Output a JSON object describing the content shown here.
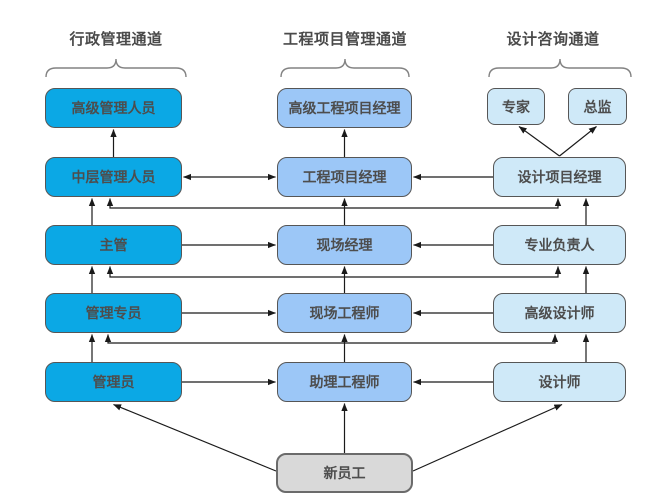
{
  "headers": {
    "admin": "行政管理通道",
    "project": "工程项目管理通道",
    "design": "设计咨询通道"
  },
  "boxes": {
    "senior_admin": "高级管理人员",
    "middle_admin": "中层管理人员",
    "supervisor": "主管",
    "admin_specialist": "管理专员",
    "administrator": "管理员",
    "senior_project_manager": "高级工程项目经理",
    "project_manager": "工程项目经理",
    "site_manager": "现场经理",
    "site_engineer": "现场工程师",
    "assistant_engineer": "助理工程师",
    "expert": "专家",
    "chief_supervisor": "总监",
    "design_project_manager": "设计项目经理",
    "discipline_lead": "专业负责人",
    "senior_designer": "高级设计师",
    "designer": "设计师",
    "new_employee": "新员工"
  },
  "colors": {
    "admin_fill": "#0BA8E5",
    "project_fill": "#9CC7F7",
    "design_fill": "#CFE9F8",
    "neutral_fill": "#D9D9D9",
    "border": "#565656",
    "text": "#4d4d4d",
    "header_text": "#4a4a4a",
    "arrow": "#1a1a1a",
    "brace": "#828282"
  }
}
